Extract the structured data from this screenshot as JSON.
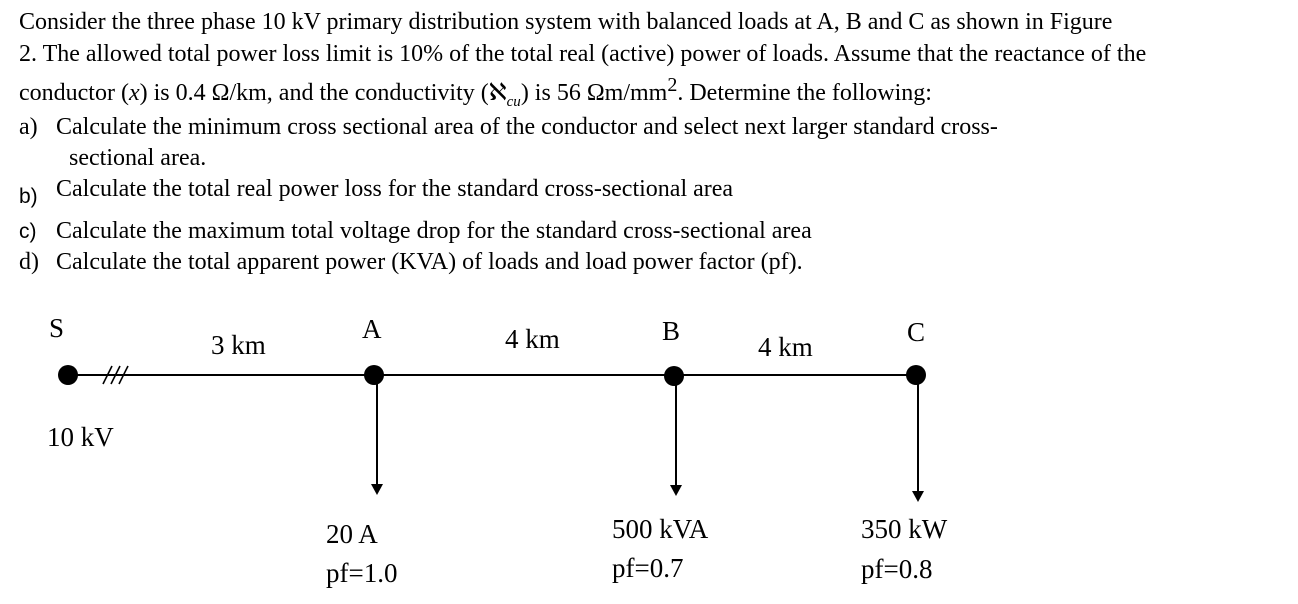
{
  "problem": {
    "line1": "Consider the three phase 10 kV primary distribution system with balanced loads at A, B and C as shown in Figure",
    "line2": "2. The allowed total power loss limit is 10% of the total real (active) power of loads. Assume that the reactance of the",
    "line3_pre": "conductor (",
    "line3_x": "x",
    "line3_mid": ") is 0.4 Ω/km, and the conductivity (",
    "line3_symbol": "ℵ",
    "line3_sub": "cu",
    "line3_post": ") is 56 Ωm/mm",
    "line3_sup": "2",
    "line3_end": ". Determine the following:"
  },
  "questions": [
    {
      "label": "a)",
      "text": "Calculate the minimum cross sectional area of the conductor and select next larger standard cross-",
      "continuation": "sectional area."
    },
    {
      "label": "b)",
      "text": "Calculate the total real power loss for the standard cross-sectional area"
    },
    {
      "label": "c)",
      "text": "Calculate the maximum total voltage drop for the standard cross-sectional area"
    },
    {
      "label": "d)",
      "text": "Calculate the total apparent power (KVA) of loads and load power factor (pf)."
    }
  ],
  "figure": {
    "source_label": "S",
    "source_voltage": "10 kV",
    "segments": [
      "3 km",
      "4 km",
      "4 km"
    ],
    "nodes": [
      {
        "name": "A",
        "load_line1": "20 A",
        "load_line2": "pf=1.0"
      },
      {
        "name": "B",
        "load_line1": "500 kVA",
        "load_line2": "pf=0.7"
      },
      {
        "name": "C",
        "load_line1": "350 kW",
        "load_line2": "pf=0.8"
      }
    ]
  }
}
